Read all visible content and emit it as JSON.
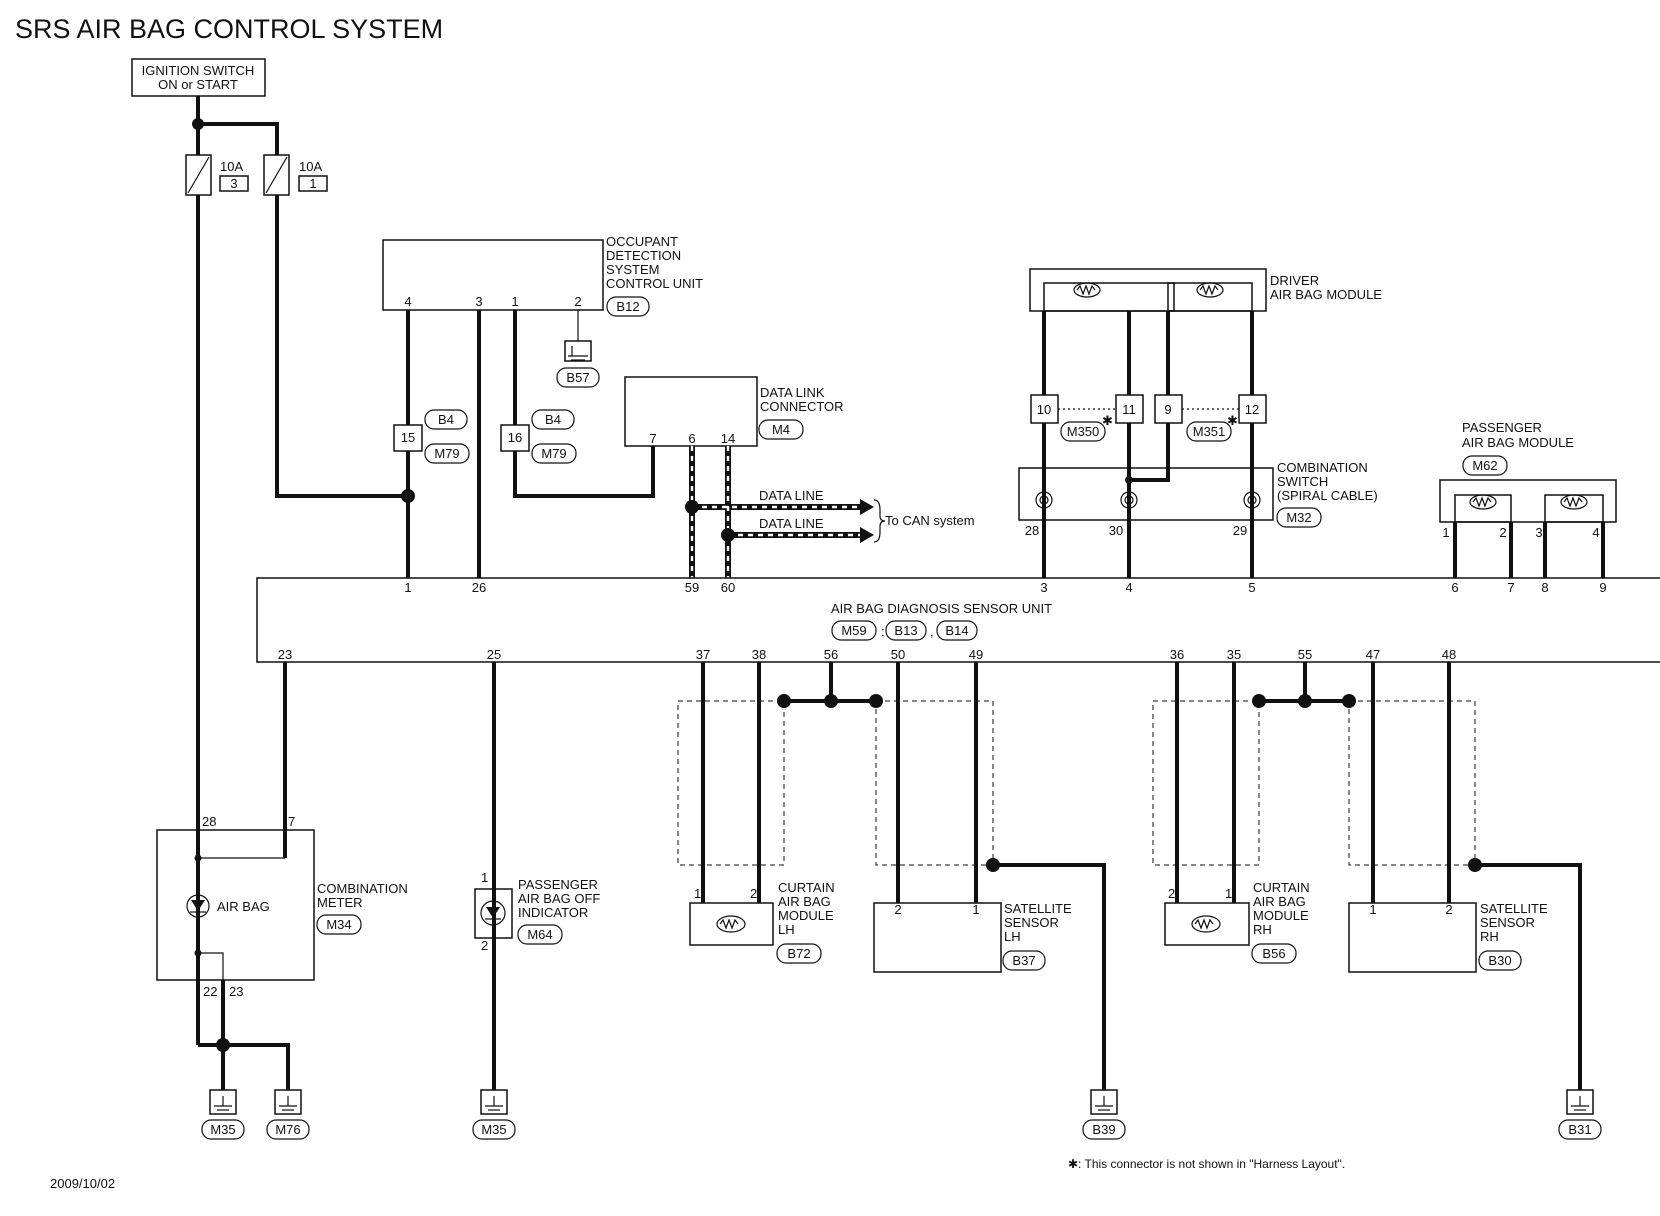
{
  "title": "SRS AIR BAG CONTROL SYSTEM",
  "date": "2009/10/02",
  "footnote": "✱: This connector is not shown in \"Harness Layout\".",
  "ignition_switch": {
    "line1": "IGNITION SWITCH",
    "line2": "ON or START"
  },
  "fuses": [
    {
      "rating": "10A",
      "number": "3"
    },
    {
      "rating": "10A",
      "number": "1"
    }
  ],
  "occupant_unit": {
    "label": [
      "OCCUPANT",
      "DETECTION",
      "SYSTEM",
      "CONTROL UNIT"
    ],
    "connector": "B12",
    "pins": [
      "4",
      "3",
      "1",
      "2"
    ],
    "ground": "B57"
  },
  "joint_connectors": [
    {
      "pin": "15",
      "top": "B4",
      "bottom": "M79"
    },
    {
      "pin": "16",
      "top": "B4",
      "bottom": "M79"
    }
  ],
  "data_link_connector": {
    "label": [
      "DATA LINK",
      "CONNECTOR"
    ],
    "connector": "M4",
    "pins": [
      "7",
      "6",
      "14"
    ]
  },
  "data_lines": [
    "DATA LINE",
    "DATA LINE"
  ],
  "can_label": "To CAN system",
  "driver_airbag": {
    "label": [
      "DRIVER",
      "AIR BAG MODULE"
    ]
  },
  "spiral_connectors": [
    {
      "pins": [
        "10",
        "11"
      ],
      "name": "M350",
      "mark": "✱"
    },
    {
      "pins": [
        "9",
        "12"
      ],
      "name": "M351",
      "mark": "✱"
    }
  ],
  "combination_switch": {
    "label": [
      "COMBINATION",
      "SWITCH",
      "(SPIRAL CABLE)"
    ],
    "connector": "M32",
    "pins": [
      "28",
      "30",
      "29"
    ]
  },
  "passenger_airbag": {
    "label": [
      "PASSENGER",
      "AIR BAG MODULE"
    ],
    "connector": "M62",
    "pins": [
      "1",
      "2",
      "3",
      "4"
    ]
  },
  "diagnosis_unit": {
    "label": "AIR BAG DIAGNOSIS SENSOR UNIT",
    "connectors": [
      "M59",
      "B13",
      "B14"
    ],
    "top_pins": [
      "1",
      "26",
      "59",
      "60",
      "3",
      "4",
      "5",
      "6",
      "7",
      "8",
      "9"
    ],
    "bottom_pins": [
      "23",
      "25",
      "37",
      "38",
      "56",
      "50",
      "49",
      "36",
      "35",
      "55",
      "47",
      "48"
    ]
  },
  "combination_meter": {
    "label": [
      "COMBINATION",
      "METER"
    ],
    "connector": "M34",
    "lamp": "AIR BAG",
    "pins": [
      "28",
      "7",
      "22",
      "23"
    ]
  },
  "passenger_off_indicator": {
    "label": [
      "PASSENGER",
      "AIR BAG OFF",
      "INDICATOR"
    ],
    "connector": "M64",
    "pins": [
      "1",
      "2"
    ]
  },
  "curtain_lh": {
    "label": [
      "CURTAIN",
      "AIR BAG",
      "MODULE",
      "LH"
    ],
    "connector": "B72",
    "pins": [
      "1",
      "2"
    ]
  },
  "satellite_lh": {
    "label": [
      "SATELLITE",
      "SENSOR",
      "LH"
    ],
    "connector": "B37",
    "pins": [
      "2",
      "1"
    ]
  },
  "curtain_rh": {
    "label": [
      "CURTAIN",
      "AIR BAG",
      "MODULE",
      "RH"
    ],
    "connector": "B56",
    "pins": [
      "2",
      "1"
    ]
  },
  "satellite_rh": {
    "label": [
      "SATELLITE",
      "SENSOR",
      "RH"
    ],
    "connector": "B30",
    "pins": [
      "1",
      "2"
    ]
  },
  "grounds": [
    "M35",
    "M76",
    "M35",
    "B39",
    "B31"
  ]
}
